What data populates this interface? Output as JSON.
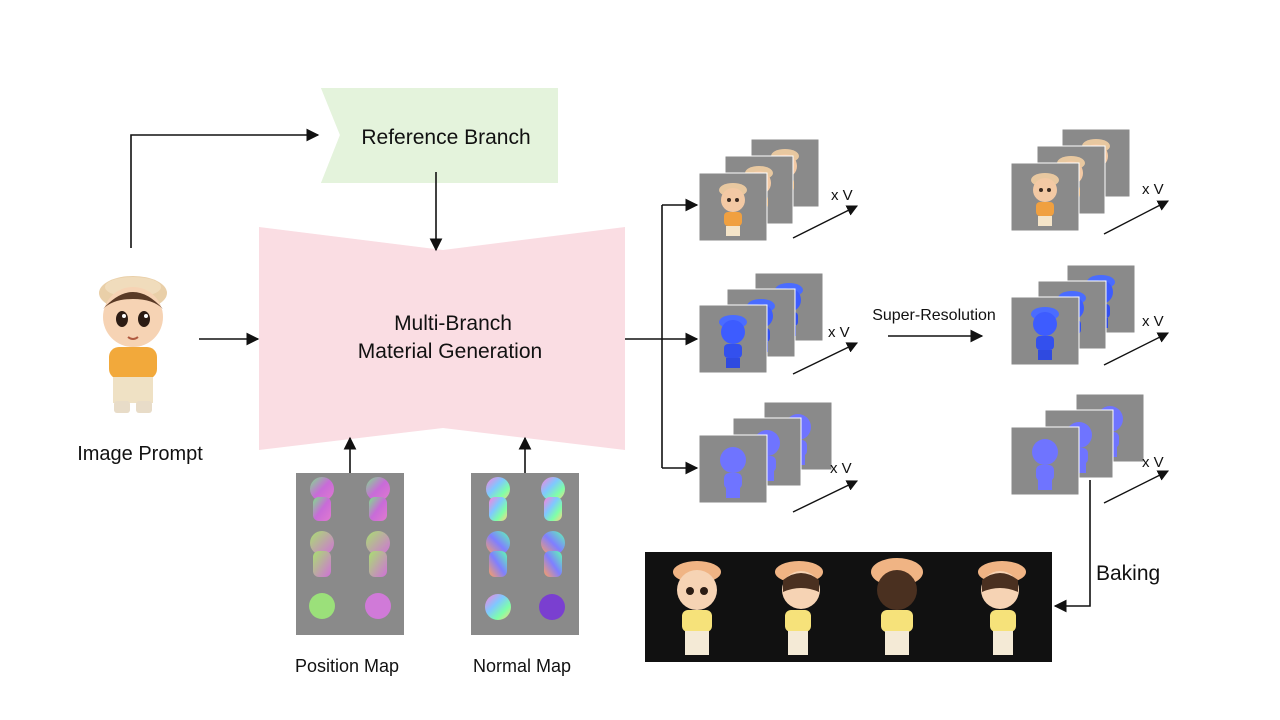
{
  "diagram": {
    "nodes": {
      "reference_branch": "Reference Branch",
      "multi_branch_line1": "Multi-Branch",
      "multi_branch_line2": "Material Generation",
      "image_prompt": "Image Prompt",
      "position_map": "Position Map",
      "normal_map": "Normal Map",
      "super_resolution": "Super-Resolution",
      "baking": "Baking"
    },
    "view_multiplier": "x V",
    "colors": {
      "reference_branch_fill": "#e4f3dc",
      "multi_branch_fill": "#fadde3",
      "panel_gray": "#8a8a8a",
      "albedo_tint": "#e8b07a",
      "normal_blue": "#3d5cff",
      "metallic_blue": "#6f74ff",
      "render_background": "#111111"
    },
    "icons": {
      "character": "cartoon-boy-icon",
      "albedo": "albedo-view-icon",
      "normal": "normal-view-icon",
      "material": "material-view-icon"
    }
  }
}
